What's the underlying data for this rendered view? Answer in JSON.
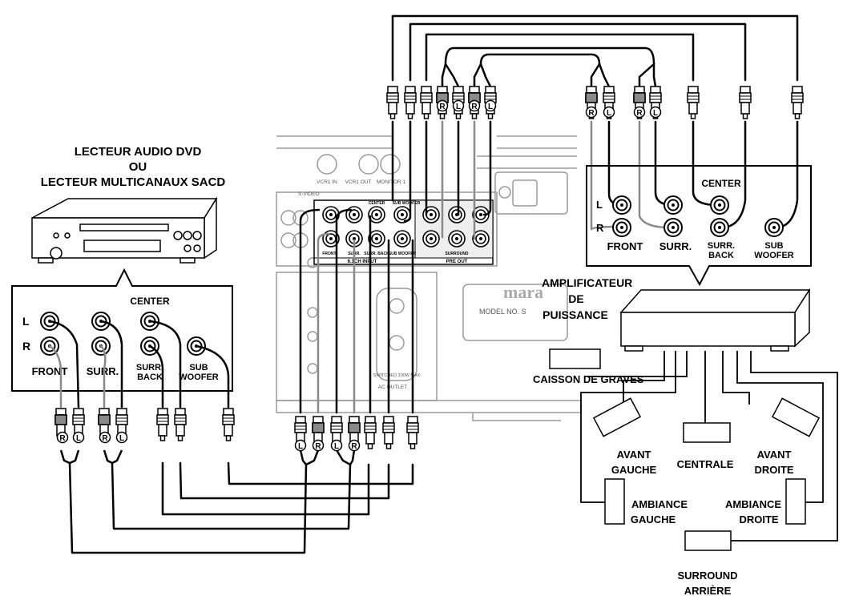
{
  "source_device": {
    "line1": "LECTEUR AUDIO DVD",
    "line2": "OU",
    "line3": "LECTEUR MULTICANAUX SACD"
  },
  "source_panel": {
    "left": "L",
    "right": "R",
    "center": "CENTER",
    "front": "FRONT",
    "surr": "SURR.",
    "surr_back_1": "SURR.",
    "surr_back_2": "BACK",
    "sub_1": "SUB",
    "sub_2": "WOOFER"
  },
  "plug_markers": {
    "l": "L",
    "r": "R"
  },
  "receiver": {
    "video_1": "VCR1 IN",
    "video_2": "VCR1 OUT",
    "video_3": "MONITOR 1",
    "s_video": "S-VIDEO",
    "center": "CENTER",
    "sub_woofer": "SUB WOOFER",
    "front": "FRONT",
    "surr": "SURR.",
    "surr_back": "SURR. BACK",
    "sub_woofer_2": "SUB WOOFER",
    "input_group": "6.1CH INPUT",
    "surround": "SURROUND",
    "pre_out": "PRE OUT",
    "ac_outlet": "AC OUTLET",
    "switched": "SWITCHED 100W MAX",
    "brand": "mara",
    "model": "MODEL NO. S"
  },
  "amp_panel": {
    "left": "L",
    "right": "R",
    "center": "CENTER",
    "front": "FRONT",
    "surr": "SURR.",
    "surr_back_1": "SURR.",
    "surr_back_2": "BACK",
    "sub_1": "SUB",
    "sub_2": "WOOFER"
  },
  "amplifier": {
    "line1": "AMPLIFICATEUR",
    "line2": "DE",
    "line3": "PUISSANCE"
  },
  "speakers": {
    "subwoofer": "CAISSON DE GRAVES",
    "front_left_1": "AVANT",
    "front_left_2": "GAUCHE",
    "center": "CENTRALE",
    "front_right_1": "AVANT",
    "front_right_2": "DROITE",
    "surr_left_1": "AMBIANCE",
    "surr_left_2": "GAUCHE",
    "surr_right_1": "AMBIANCE",
    "surr_right_2": "DROITE",
    "surr_back_1": "SURROUND",
    "surr_back_2": "ARRIÈRE"
  },
  "colors": {
    "ink": "#000000",
    "gray_cable": "#8a8a8a",
    "receiver_lines": "#9a9a9a"
  }
}
